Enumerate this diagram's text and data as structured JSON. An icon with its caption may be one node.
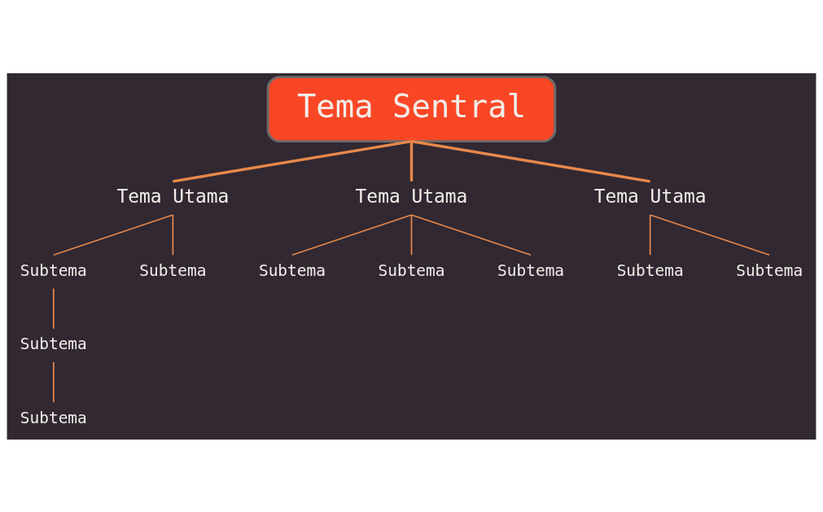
{
  "diagram": {
    "nodes": [
      {
        "text": [
          "Tema Sentral"
        ]
      },
      {
        "text": [
          "Tema Utama"
        ]
      },
      {
        "text": [
          "Tema Utama"
        ]
      },
      {
        "text": [
          "Tema Utama"
        ]
      },
      {
        "text": [
          "Subtema"
        ]
      },
      {
        "text": [
          "Subtema"
        ]
      },
      {
        "text": [
          "Subtema"
        ]
      },
      {
        "text": [
          "Subtema"
        ]
      },
      {
        "text": [
          "Subtema"
        ]
      },
      {
        "text": [
          "Subtema"
        ]
      },
      {
        "text": [
          "Subtema"
        ]
      },
      {
        "text": [
          "Subtema"
        ]
      },
      {
        "text": [
          "Subtema"
        ]
      }
    ],
    "edges": [
      {
        "from": 0,
        "to": 1,
        "arrow": "none",
        "style": "thick"
      },
      {
        "from": 0,
        "to": 2,
        "arrow": "none",
        "style": "thick"
      },
      {
        "from": 0,
        "to": 3,
        "arrow": "none",
        "style": "thick"
      },
      {
        "from": 1,
        "to": 4,
        "arrow": "none"
      },
      {
        "from": 1,
        "to": 5,
        "arrow": "none"
      },
      {
        "from": 2,
        "to": 6,
        "arrow": "none"
      },
      {
        "from": 2,
        "to": 7,
        "arrow": "none"
      },
      {
        "from": 2,
        "to": 8,
        "arrow": "none"
      },
      {
        "from": 3,
        "to": 9,
        "arrow": "none"
      },
      {
        "from": 3,
        "to": 10,
        "arrow": "none"
      },
      {
        "from": 4,
        "to": 11,
        "arrow": "none"
      },
      {
        "from": 11,
        "to": 12,
        "arrow": "none"
      }
    ]
  }
}
